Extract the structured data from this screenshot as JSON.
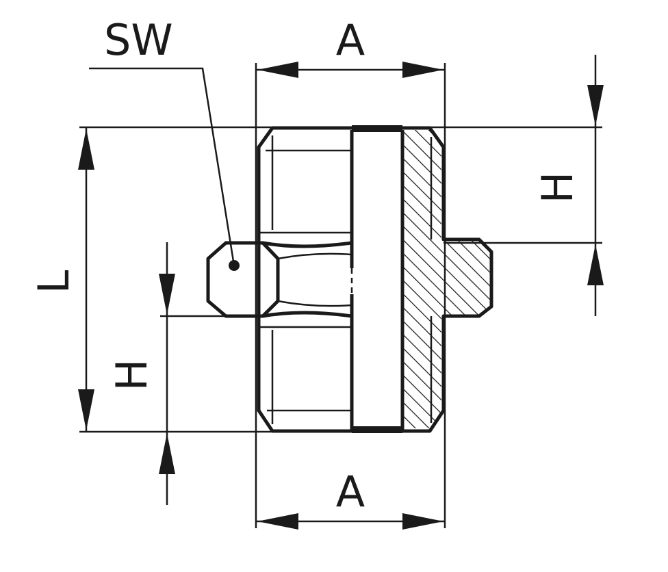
{
  "labels": {
    "sw": "SW",
    "a_top": "A",
    "a_bottom": "A",
    "h_right": "H",
    "h_left": "H",
    "l": "L"
  },
  "colors": {
    "ink": "#1a1a1a",
    "background": "#ffffff"
  }
}
